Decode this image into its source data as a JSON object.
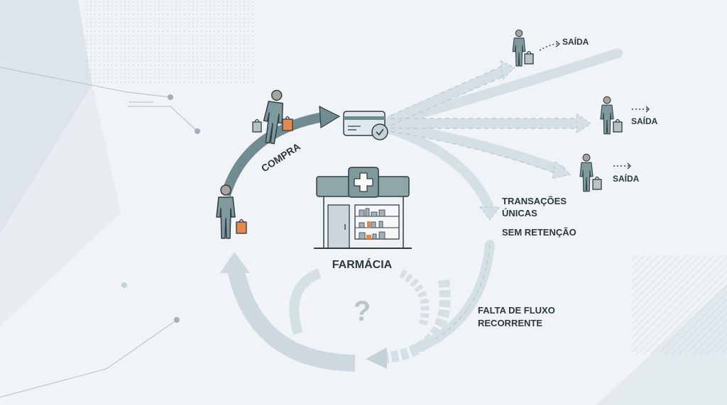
{
  "labels": {
    "compra": "COMPRA",
    "farmacia": "FARMÁCIA",
    "saida_1": "SAÍDA",
    "saida_2": "SAÍDA",
    "saida_3": "SAÍDA",
    "transacoes_line1": "TRANSAÇÕES",
    "transacoes_line2": "ÚNICAS",
    "sem_retencao": "SEM RETENÇÃO",
    "falta_line1": "FALTA DE FLUXO",
    "falta_line2": "RECORRENTE",
    "question": "?"
  },
  "icons": [
    "person-icon",
    "shopping-bag-icon",
    "credit-card-icon",
    "check-icon",
    "pharmacy-icon",
    "medical-cross-icon",
    "arrow-icon",
    "question-mark-icon"
  ],
  "colors": {
    "person": "#7f9a9c",
    "outline": "#2f3e44",
    "accent": "#e8874a",
    "arrow_dark": "#6f8c91",
    "arrow_light": "#c8d5db",
    "text": "#2a3840"
  }
}
